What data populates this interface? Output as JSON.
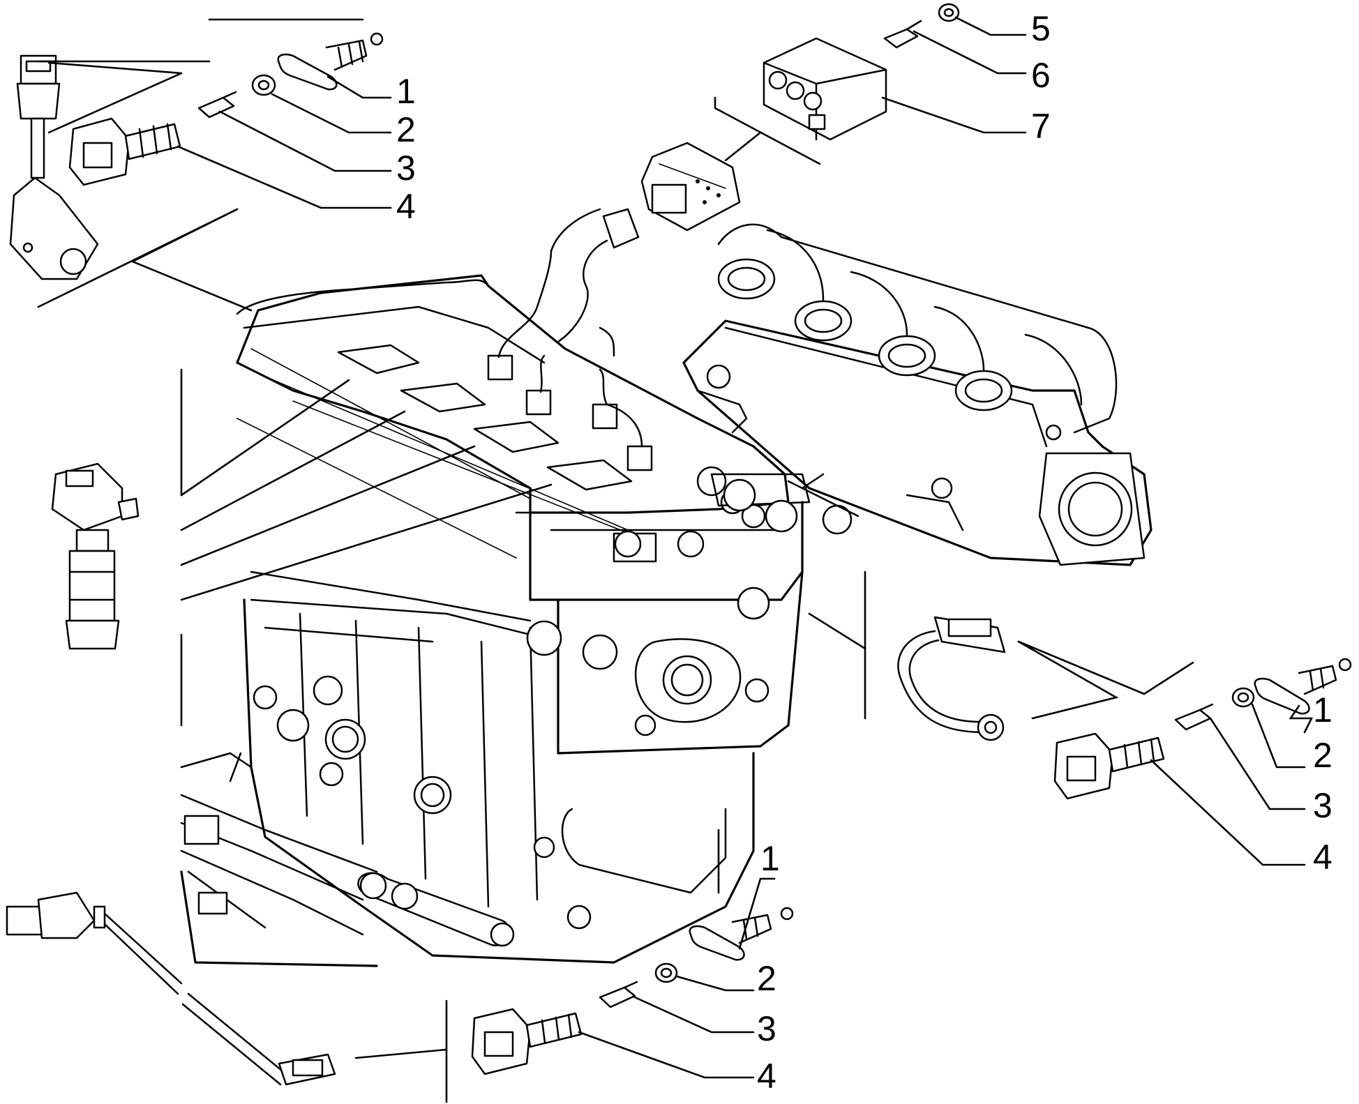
{
  "callouts": {
    "top_left": [
      "1",
      "2",
      "3",
      "4"
    ],
    "top_right": [
      "5",
      "6",
      "7"
    ],
    "right": [
      "1",
      "2",
      "3",
      "4"
    ],
    "bottom_center": [
      "1",
      "2",
      "3",
      "4"
    ]
  }
}
